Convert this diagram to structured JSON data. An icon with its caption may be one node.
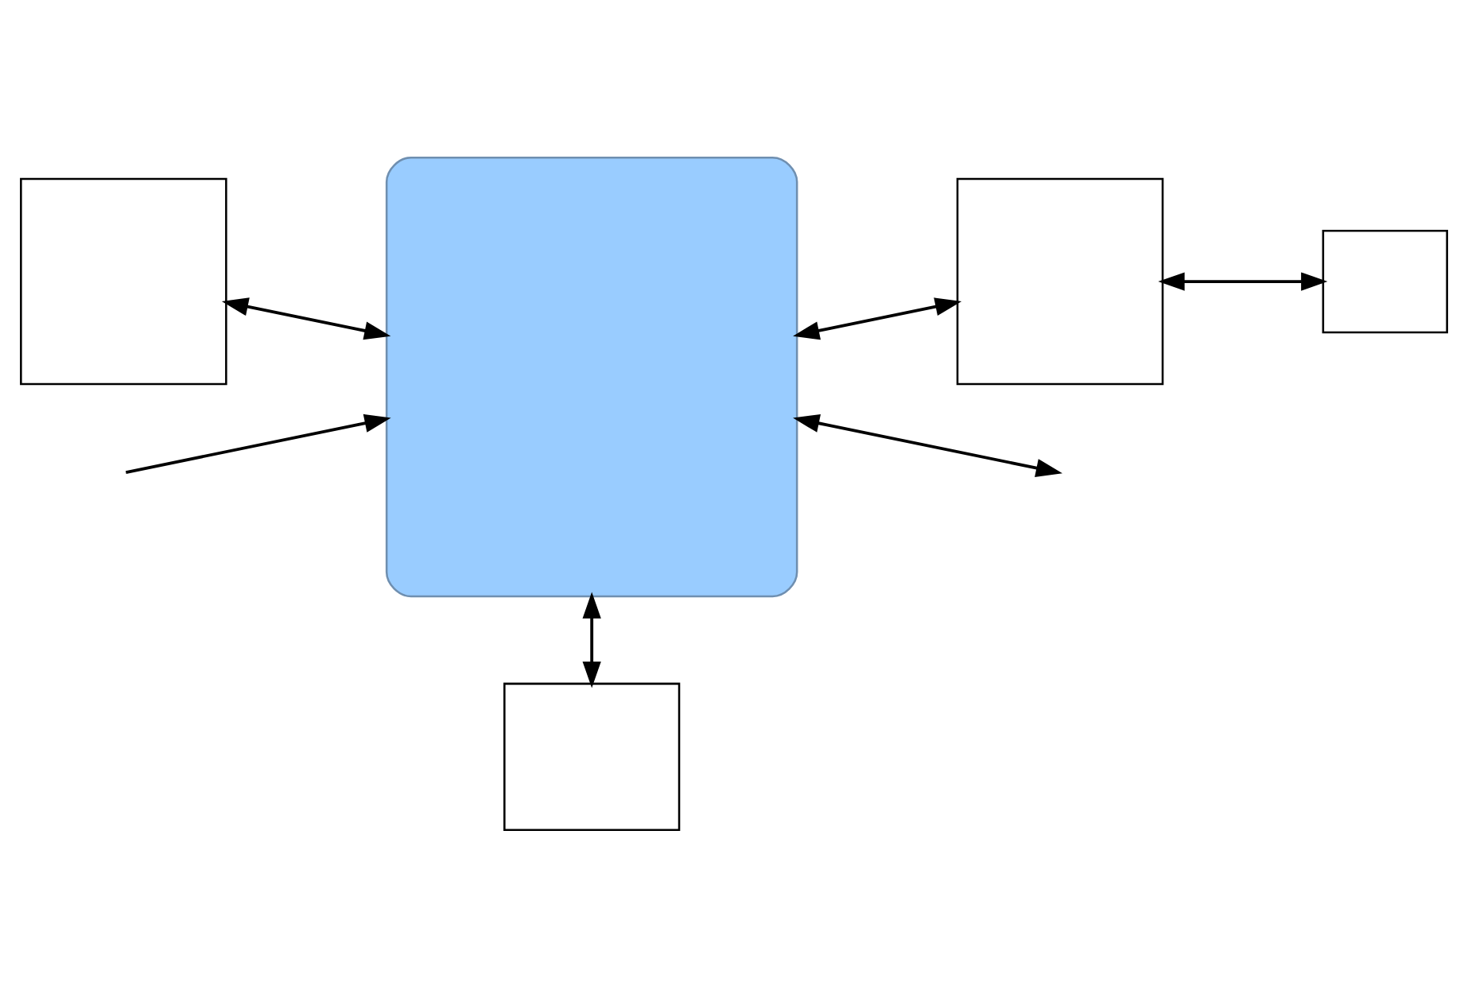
{
  "diagram": {
    "nodes": [
      {
        "text": [],
        "shape": "box"
      },
      {
        "text": [],
        "shape": "box"
      },
      {
        "text": [],
        "shape": "box"
      },
      {
        "text": [],
        "shape": "box"
      },
      {
        "text": [],
        "shape": "box"
      }
    ],
    "edges": [
      {
        "from": 0,
        "to": 1,
        "arrow": "both"
      },
      {
        "from": null,
        "to": 1,
        "arrow": "to"
      },
      {
        "from": 1,
        "to": 2,
        "arrow": "both"
      },
      {
        "from": 2,
        "to": 3,
        "arrow": "both"
      },
      {
        "from": 1,
        "to": null,
        "arrow": "both"
      },
      {
        "from": 1,
        "to": 4,
        "arrow": "both"
      }
    ]
  }
}
